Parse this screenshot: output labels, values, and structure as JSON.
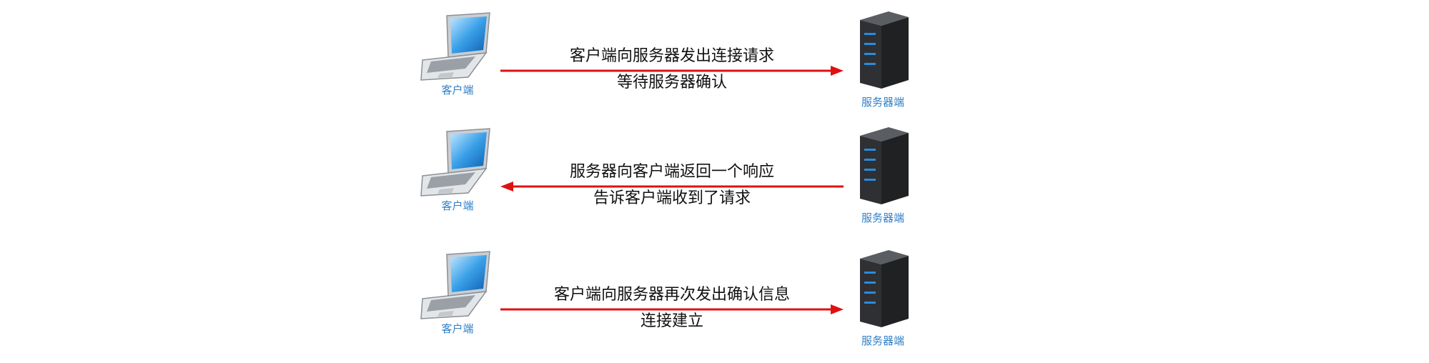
{
  "colors": {
    "arrow": "#e01010",
    "label": "#2f7fc7",
    "text": "#111111"
  },
  "steps": [
    {
      "client_label": "客户端",
      "server_label": "服务器端",
      "direction": "client-to-server",
      "line1": "客户端向服务器发出连接请求",
      "line2": "等待服务器确认"
    },
    {
      "client_label": "客户端",
      "server_label": "服务器端",
      "direction": "server-to-client",
      "line1": "服务器向客户端返回一个响应",
      "line2": "告诉客户端收到了请求"
    },
    {
      "client_label": "客户端",
      "server_label": "服务器端",
      "direction": "client-to-server",
      "line1": "客户端向服务器再次发出确认信息",
      "line2": "连接建立"
    }
  ]
}
